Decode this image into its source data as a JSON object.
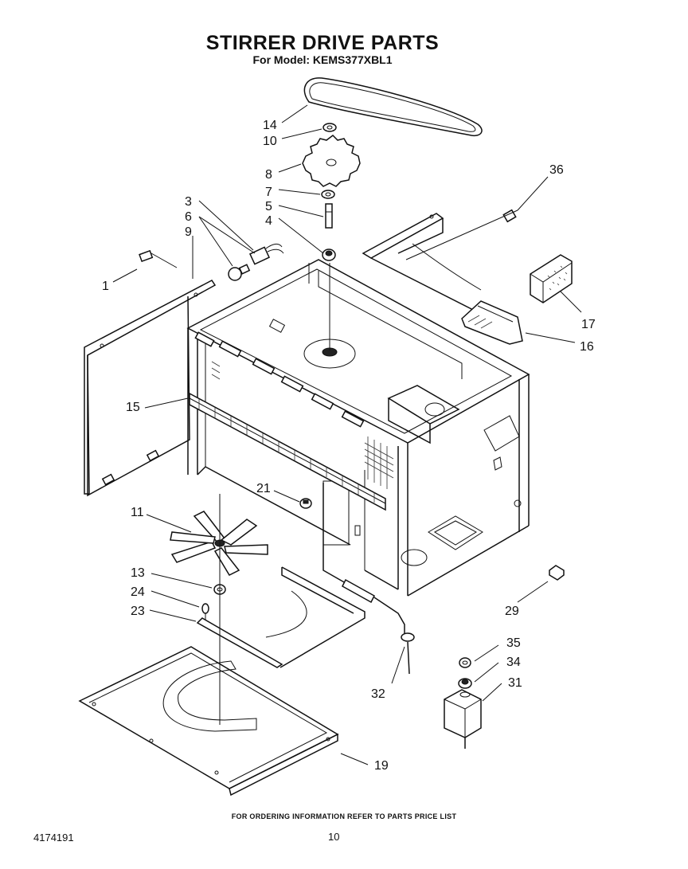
{
  "header": {
    "title": "STIRRER DRIVE PARTS",
    "subtitle": "For Model: KEMS377XBL1"
  },
  "callouts": {
    "c1": "1",
    "c3": "3",
    "c4": "4",
    "c5": "5",
    "c6": "6",
    "c7": "7",
    "c8": "8",
    "c9": "9",
    "c10": "10",
    "c11": "11",
    "c13": "13",
    "c14": "14",
    "c15": "15",
    "c16": "16",
    "c17": "17",
    "c19": "19",
    "c21": "21",
    "c23": "23",
    "c24": "24",
    "c29": "29",
    "c31": "31",
    "c32": "32",
    "c34": "34",
    "c35": "35",
    "c36": "36"
  },
  "footer": {
    "note": "FOR ORDERING INFORMATION REFER TO PARTS PRICE LIST",
    "doc_number": "4174191",
    "page_number": "10"
  }
}
